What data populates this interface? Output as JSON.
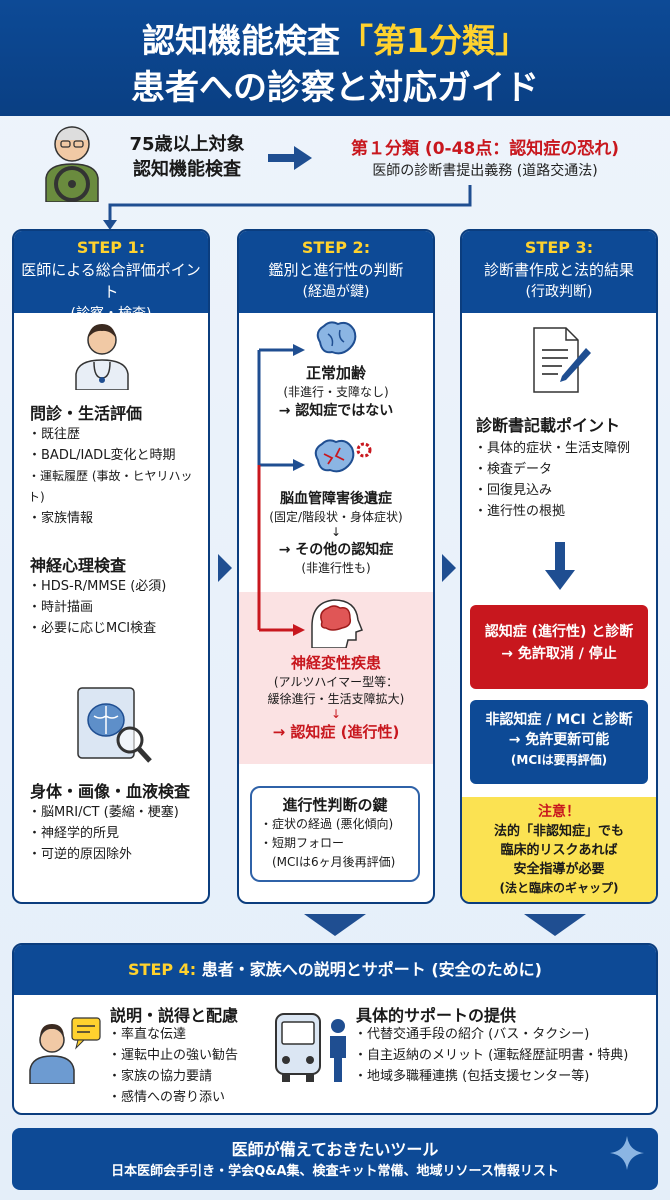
{
  "header": {
    "line1_prefix": "認知機能検査",
    "line1_highlight": "「第1分類」",
    "line2": "患者への診察と対応ガイド"
  },
  "top": {
    "target_line1": "75歳以上対象",
    "target_line2": "認知機能検査",
    "category_title": "第１分類 (0-48点：認知症の恐れ)",
    "category_sub": "医師の診断書提出義務 (道路交通法)"
  },
  "step1": {
    "label": "STEP 1:",
    "title": "医師による総合評価ポイント",
    "subtitle": "(診察・検査)",
    "sec1_title": "問診・生活評価",
    "sec1_items": [
      "既往歴",
      "BADL/IADL変化と時期",
      "運転履歴 (事故・ヒヤリハット)",
      "家族情報"
    ],
    "sec2_title": "神経心理検査",
    "sec2_items": [
      "HDS-R/MMSE (必須)",
      "時計描画",
      "必要に応じMCI検査"
    ],
    "sec3_title": "身体・画像・血液検査",
    "sec3_items": [
      "脳MRI/CT (萎縮・梗塞)",
      "神経学的所見",
      "可逆的原因除外"
    ]
  },
  "step2": {
    "label": "STEP 2:",
    "title": "鑑別と進行性の判断",
    "subtitle": "(経過が鍵)",
    "b1_title": "正常加齢",
    "b1_detail": "(非進行・支障なし)",
    "b1_result": "→ 認知症ではない",
    "b2_title": "脳血管障害後遺症",
    "b2_detail": "(固定/階段状・身体症状)",
    "b2_arrow": "↓",
    "b2_result": "→ その他の認知症",
    "b2_result_sub": "(非進行性も)",
    "b3_title": "神経変性疾患",
    "b3_detail1": "(アルツハイマー型等：",
    "b3_detail2": "緩徐進行・生活支障拡大)",
    "b3_arrow": "↓",
    "b3_result": "→ 認知症 (進行性)",
    "key_title": "進行性判断の鍵",
    "key_items": [
      "症状の経過 (悪化傾向)",
      "短期フォロー"
    ],
    "key_note": "(MCIは6ヶ月後再評価)"
  },
  "step3": {
    "label": "STEP 3:",
    "title": "診断書作成と法的結果",
    "subtitle": "(行政判断)",
    "sec_title": "診断書記載ポイント",
    "sec_items": [
      "具体的症状・生活支障例",
      "検査データ",
      "回復見込み",
      "進行性の根拠"
    ],
    "red_line1": "認知症 (進行性) と診断",
    "red_line2": "→ 免許取消 / 停止",
    "blue_line1": "非認知症 / MCI と診断",
    "blue_line2": "→ 免許更新可能",
    "blue_line3": "(MCIは要再評価)",
    "caution_title": "注意！",
    "caution_lines": [
      "法的「非認知症」でも",
      "臨床的リスクあれば",
      "安全指導が必要",
      "(法と臨床のギャップ)"
    ]
  },
  "step4": {
    "label": "STEP 4:",
    "title": "患者・家族への説明とサポート (安全のために)",
    "left_title": "説明・説得と配慮",
    "left_items": [
      "率直な伝達",
      "運転中止の強い勧告",
      "家族の協力要請",
      "感情への寄り添い"
    ],
    "right_title": "具体的サポートの提供",
    "right_items": [
      "代替交通手段の紹介 (バス・タクシー)",
      "自主返納のメリット (運転経歴証明書・特典)",
      "地域多職種連携 (包括支援センター等)"
    ]
  },
  "footer": {
    "title": "医師が備えておきたいツール",
    "items": "日本医師会手引き・学会Q&A集、検査キット常備、地域リソース情報リスト"
  },
  "colors": {
    "navy": "#0d4a96",
    "red": "#c8171e",
    "yellow": "#ffd22e",
    "caution": "#fbe252"
  }
}
